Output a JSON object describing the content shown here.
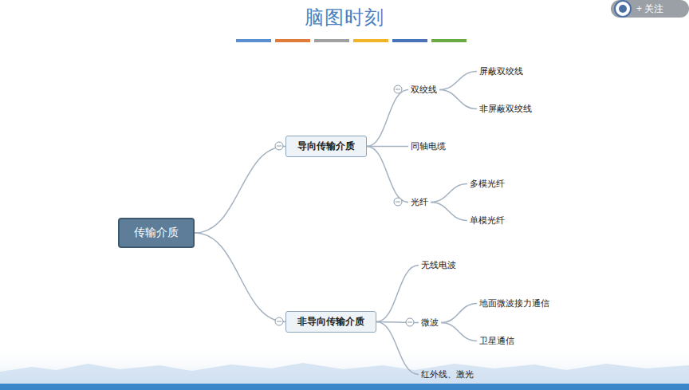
{
  "diagram": {
    "title": "脑图时刻",
    "nodes": [
      {
        "text": [
          "传输介质"
        ]
      },
      {
        "text": [
          "导向传输介质"
        ]
      },
      {
        "text": [
          "双绞线"
        ]
      },
      {
        "text": [
          "屏蔽双绞线"
        ]
      },
      {
        "text": [
          "非屏蔽双绞线"
        ]
      },
      {
        "text": [
          "同轴电缆"
        ]
      },
      {
        "text": [
          "光纤"
        ]
      },
      {
        "text": [
          "多模光纤"
        ]
      },
      {
        "text": [
          "单模光纤"
        ]
      },
      {
        "text": [
          "非导向传输介质"
        ]
      },
      {
        "text": [
          "无线电波"
        ]
      },
      {
        "text": [
          "微波"
        ]
      },
      {
        "text": [
          "地面微波接力通信"
        ]
      },
      {
        "text": [
          "卫星通信"
        ]
      },
      {
        "text": [
          "红外线、激光"
        ]
      }
    ],
    "edges": [
      {
        "from": 0,
        "to": 1,
        "arrow": "none"
      },
      {
        "from": 0,
        "to": 9,
        "arrow": "none"
      },
      {
        "from": 1,
        "to": 2,
        "arrow": "none"
      },
      {
        "from": 1,
        "to": 5,
        "arrow": "none"
      },
      {
        "from": 1,
        "to": 6,
        "arrow": "none"
      },
      {
        "from": 2,
        "to": 3,
        "arrow": "none"
      },
      {
        "from": 2,
        "to": 4,
        "arrow": "none"
      },
      {
        "from": 6,
        "to": 7,
        "arrow": "none"
      },
      {
        "from": 6,
        "to": 8,
        "arrow": "none"
      },
      {
        "from": 9,
        "to": 10,
        "arrow": "none"
      },
      {
        "from": 9,
        "to": 11,
        "arrow": "none"
      },
      {
        "from": 9,
        "to": 14,
        "arrow": "none"
      },
      {
        "from": 11,
        "to": 12,
        "arrow": "none"
      },
      {
        "from": 11,
        "to": 13,
        "arrow": "none"
      }
    ],
    "labels": [
      "+ 关注"
    ]
  }
}
